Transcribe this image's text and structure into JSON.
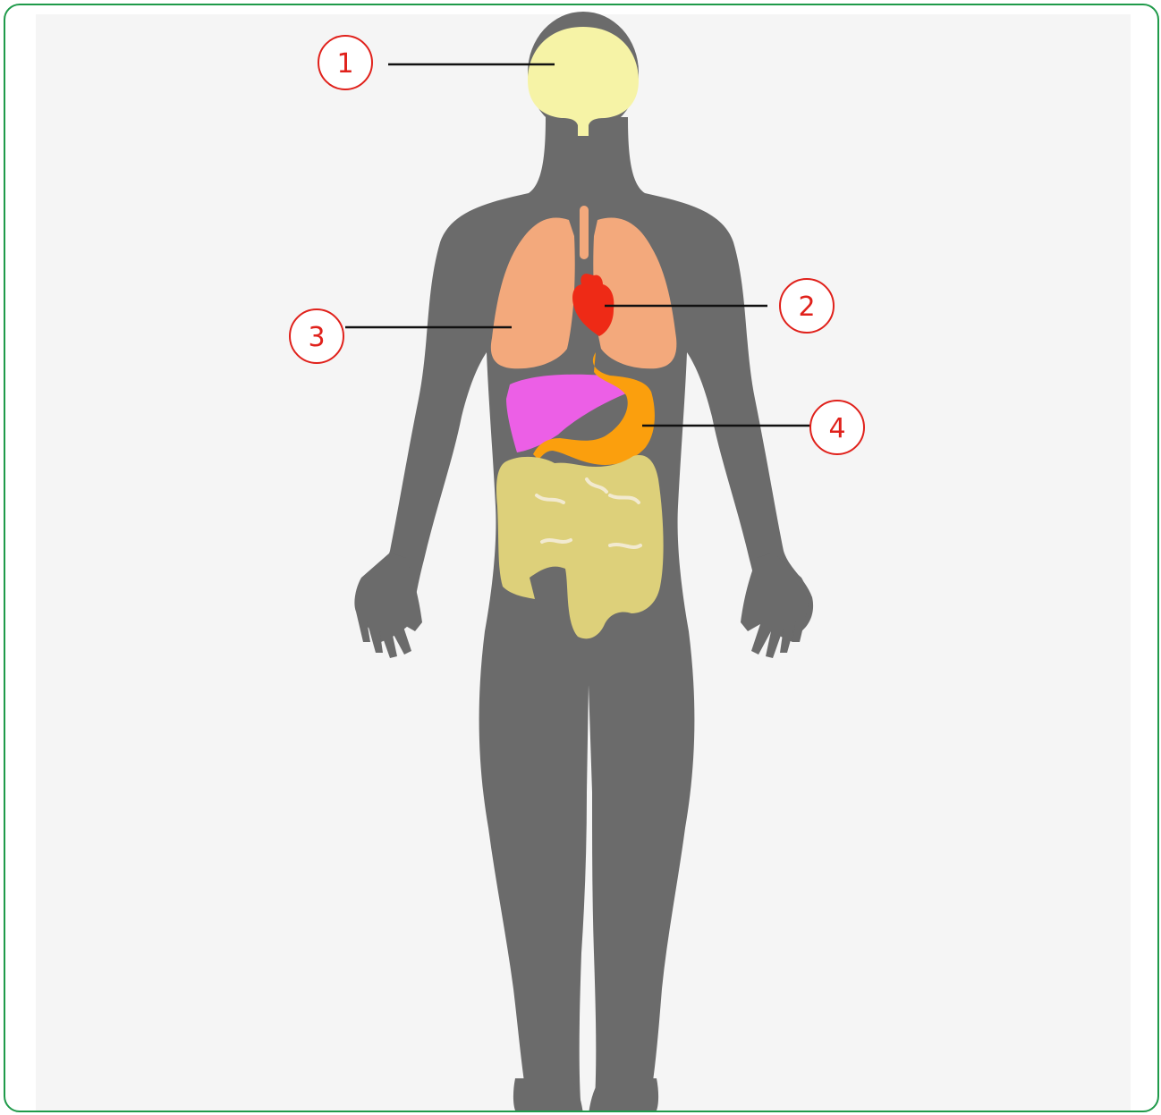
{
  "colors": {
    "frame_border": "#1f9a4a",
    "panel_background": "#f5f5f5",
    "body_silhouette": "#6b6b6b",
    "brain": "#f6f3a6",
    "heart": "#ee2a16",
    "lungs": "#f3a97c",
    "liver": "#ec5fe6",
    "stomach": "#fb9f0d",
    "intestines": "#ddd07a",
    "callout_circle": "#e0211b",
    "callout_line": "#111111"
  },
  "callouts": [
    {
      "number": "1",
      "organ": "brain"
    },
    {
      "number": "2",
      "organ": "heart"
    },
    {
      "number": "3",
      "organ": "lungs"
    },
    {
      "number": "4",
      "organ": "stomach"
    }
  ]
}
